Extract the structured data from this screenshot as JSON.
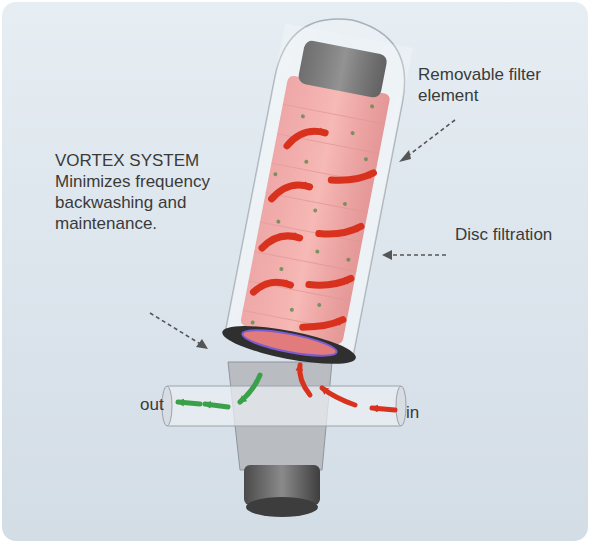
{
  "diagram": {
    "labels": [
      "Removable filter element",
      "VORTEX SYSTEM Minimizes frequency backwashing and maintenance.",
      "Disc filtration",
      "out",
      "in"
    ]
  }
}
